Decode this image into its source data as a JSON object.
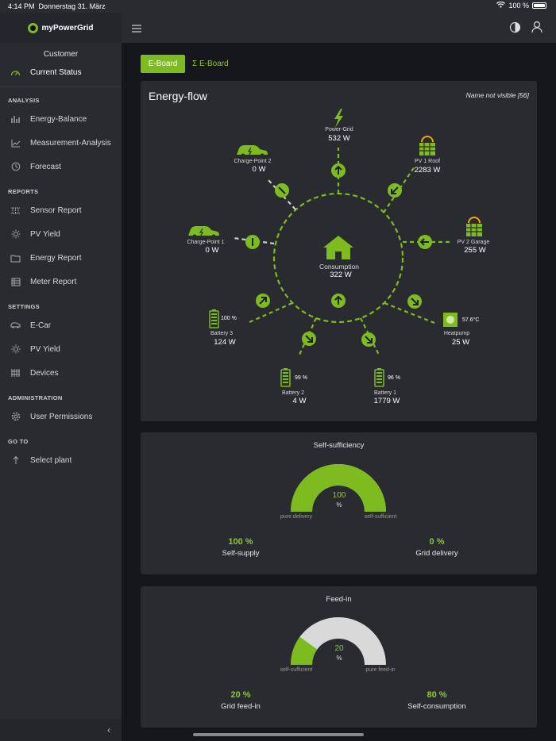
{
  "status_bar": {
    "time": "4:14 PM",
    "date": "Donnerstag 31. März",
    "battery": "100 %"
  },
  "app": {
    "title": "myPowerGrid"
  },
  "sidebar": {
    "customer": "Customer",
    "current_status": "Current Status",
    "sections": {
      "analysis": "ANALYSIS",
      "reports": "REPORTS",
      "settings": "SETTINGS",
      "administration": "ADMINISTRATION",
      "goto": "GO TO"
    },
    "analysis_items": [
      "Energy-Balance",
      "Measurement-Analysis",
      "Forecast"
    ],
    "report_items": [
      "Sensor Report",
      "PV Yield",
      "Energy Report",
      "Meter Report"
    ],
    "settings_items": [
      "E-Car",
      "PV Yield",
      "Devices"
    ],
    "admin_items": [
      "User Permissions"
    ],
    "goto_items": [
      "Select plant"
    ]
  },
  "tabs": {
    "eboard": "E-Board",
    "sum_eboard": "Σ E-Board"
  },
  "energy_flow": {
    "title": "Energy-flow",
    "note": "Name not visible [56]",
    "power_grid": {
      "label": "Power-Grid",
      "value": "532  W"
    },
    "pv1": {
      "label": "PV 1 Roof",
      "value": "2283  W"
    },
    "pv2": {
      "label": "PV 2 Garage",
      "value": "255  W"
    },
    "heatpump": {
      "label": "Heatpump",
      "value": "25  W",
      "temp": "57.6°C"
    },
    "battery1": {
      "label": "Battery 1",
      "value": "1779  W",
      "soc": "96 %"
    },
    "battery2": {
      "label": "Battery 2",
      "value": "4  W",
      "soc": "99 %"
    },
    "battery3": {
      "label": "Battery 3",
      "value": "124  W",
      "soc": "100 %"
    },
    "charge1": {
      "label": "Charge-Point 1",
      "value": "0  W"
    },
    "charge2": {
      "label": "Charge-Point 2",
      "value": "0  W"
    },
    "consumption": {
      "label": "Consumption",
      "value": "322  W"
    }
  },
  "self_sufficiency": {
    "title": "Self-sufficiency",
    "gauge_value": "100",
    "gauge_unit": "%",
    "gauge_fraction": 1.0,
    "left_label": "pure delivery",
    "right_label": "self-sufficient",
    "stat1_value": "100 %",
    "stat1_label": "Self-supply",
    "stat2_value": "0 %",
    "stat2_label": "Grid delivery"
  },
  "feed_in": {
    "title": "Feed-in",
    "gauge_value": "20",
    "gauge_unit": "%",
    "gauge_fraction": 0.2,
    "left_label": "self-sufficient",
    "right_label": "pure feed-in",
    "stat1_value": "20 %",
    "stat1_label": "Grid feed-in",
    "stat2_value": "80 %",
    "stat2_label": "Self-consumption"
  },
  "colors": {
    "accent": "#7dbb1e",
    "background": "#16171d",
    "panel": "#2a2b31",
    "gauge_bg": "#d9d9d9"
  }
}
